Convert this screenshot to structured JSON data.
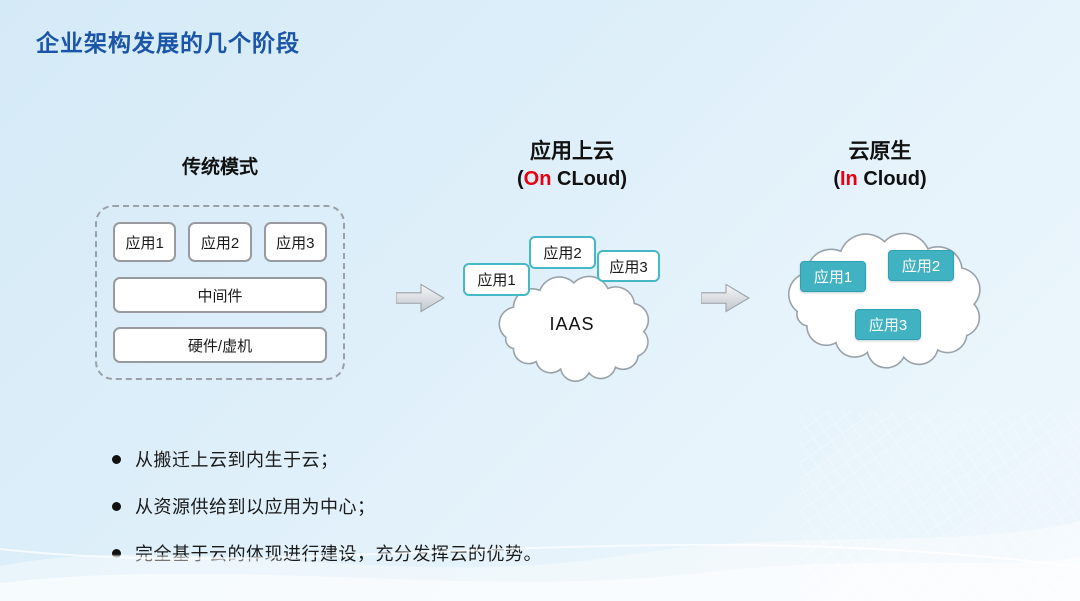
{
  "page": {
    "title": "企业架构发展的几个阶段"
  },
  "stages": {
    "traditional": {
      "label": "传统模式",
      "apps": [
        "应用1",
        "应用2",
        "应用3"
      ],
      "middleware": "中间件",
      "hardware": "硬件/虚机"
    },
    "on_cloud": {
      "label": "应用上云",
      "sub": {
        "open": "(",
        "highlight": "On",
        "rest": " CLoud)"
      },
      "cloud_label": "IAAS",
      "apps": [
        "应用1",
        "应用2",
        "应用3"
      ]
    },
    "in_cloud": {
      "label": "云原生",
      "sub": {
        "open": "(",
        "highlight": "In",
        "rest": " Cloud)"
      },
      "apps": [
        "应用1",
        "应用2",
        "应用3"
      ]
    }
  },
  "bullets": [
    "从搬迁上云到内生于云；",
    "从资源供给到以应用为中心；",
    "完全基于云的体现进行建设，充分发挥云的优势。"
  ],
  "colors": {
    "title_blue": "#1b55a8",
    "highlight_red": "#e60012",
    "app_teal": "#41b2c2"
  }
}
